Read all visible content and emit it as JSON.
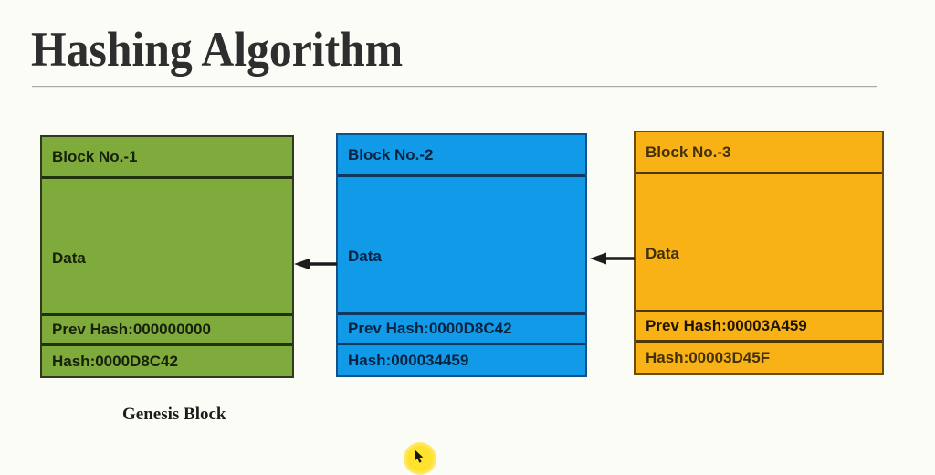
{
  "slide": {
    "title": "Hashing Algorithm",
    "background_color": "#fcfcf7",
    "caption": "Genesis Block"
  },
  "blocks": [
    {
      "id": "block-1",
      "name": "Block No.-1",
      "data_label": "Data",
      "prev_hash": "Prev Hash:000000000",
      "hash": "Hash:0000D8C42",
      "color": "#7fab3c",
      "color_name": "green"
    },
    {
      "id": "block-2",
      "name": "Block No.-2",
      "data_label": "Data",
      "prev_hash": "Prev Hash:0000D8C42",
      "hash": "Hash:000034459",
      "color": "#119ae8",
      "color_name": "blue"
    },
    {
      "id": "block-3",
      "name": "Block No.-3",
      "data_label": "Data",
      "prev_hash": "Prev Hash:00003A459",
      "hash": "Hash:00003D45F",
      "color": "#f9b215",
      "color_name": "orange"
    }
  ],
  "arrows": [
    {
      "id": "arrow-1",
      "direction": "left",
      "from": "block-2",
      "to": "block-1"
    },
    {
      "id": "arrow-2",
      "direction": "left",
      "from": "block-3",
      "to": "block-2"
    }
  ],
  "cursor": {
    "icon": "mouse-pointer",
    "highlight_color": "#ffe22e"
  }
}
